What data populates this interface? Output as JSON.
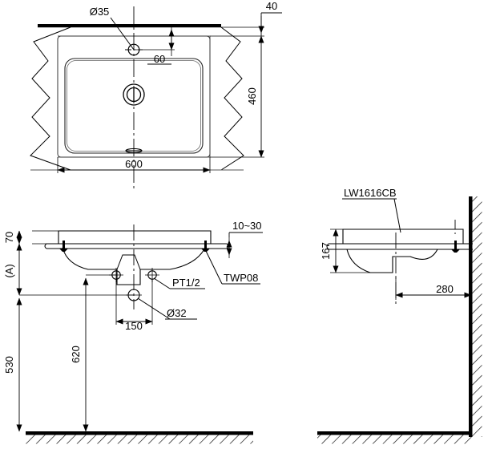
{
  "drawing": {
    "title": "LW1616CB",
    "product_code": "LW1616CB",
    "line_color": "#000000",
    "background_color": "#ffffff"
  },
  "top_view": {
    "name": "plan-view",
    "dimensions": {
      "hole_diameter": "Ø35",
      "hole_offset_from_rear": "60",
      "rear_edge_to_basin": "40",
      "depth": "460",
      "width": "600"
    }
  },
  "front_view": {
    "name": "front-elevation",
    "dimensions": {
      "counter_thickness": "70",
      "height_reference": "(A)",
      "clearance": "10~30",
      "supply_connection": "PT1/2",
      "bracket_code": "TWP08",
      "drain_diameter": "Ø32",
      "supply_spacing": "150",
      "supply_height": "620",
      "basin_height": "530"
    }
  },
  "side_view": {
    "name": "side-elevation",
    "label": "LW1616CB",
    "dimensions": {
      "height": "167",
      "projection_from_wall": "280"
    }
  }
}
